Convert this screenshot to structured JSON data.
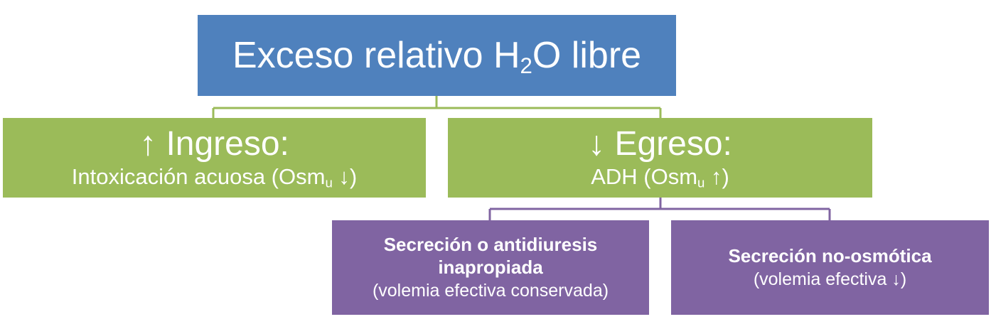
{
  "root": {
    "text_before": "Exceso relativo H",
    "subscript": "2",
    "text_after": "O libre"
  },
  "left_branch": {
    "heading": "↑ Ingreso:",
    "sub_before": "Intoxicación acuosa (Osm",
    "sub_subscript": "u",
    "sub_after": " ↓)"
  },
  "right_branch": {
    "heading": "↓ Egreso:",
    "sub_before": "ADH (Osm",
    "sub_subscript": "u",
    "sub_after": " ↑)"
  },
  "child_left": {
    "title_line1": "Secreción o antidiuresis",
    "title_line2": "inapropiada",
    "subtitle": "(volemia efectiva conservada)"
  },
  "child_right": {
    "title": "Secreción no-osmótica",
    "subtitle": "(volemia efectiva ↓)"
  },
  "colors": {
    "root": "#4f81bd",
    "level1": "#9bbb59",
    "level2": "#8064a2"
  }
}
